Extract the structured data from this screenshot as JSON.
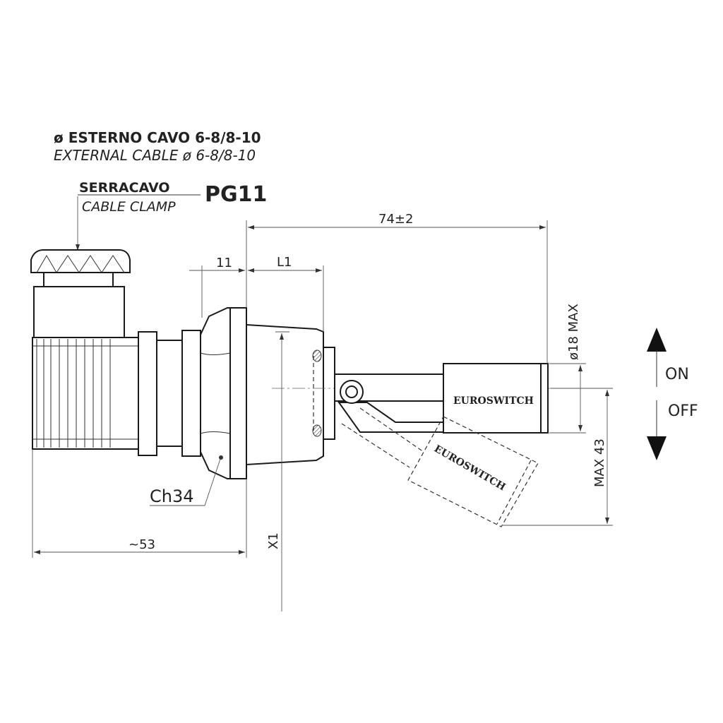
{
  "notes": {
    "cable_it": "ø ESTERNO CAVO  6-8/8-10",
    "cable_en": "EXTERNAL CABLE ø 6-8/8-10",
    "clamp_it": "SERRACAVO",
    "clamp_en": "CABLE CLAMP",
    "thread": "PG11",
    "hex": "Ch34"
  },
  "dimensions": {
    "overall": "74",
    "overall_tol": "±2",
    "flange": "11",
    "l1": "L1",
    "diameter": "ø18 MAX",
    "swing": "MAX 43",
    "body": "~53",
    "x1": "X1"
  },
  "switch_states": {
    "on": "ON",
    "off": "OFF"
  },
  "brand": "EUROSWITCH"
}
